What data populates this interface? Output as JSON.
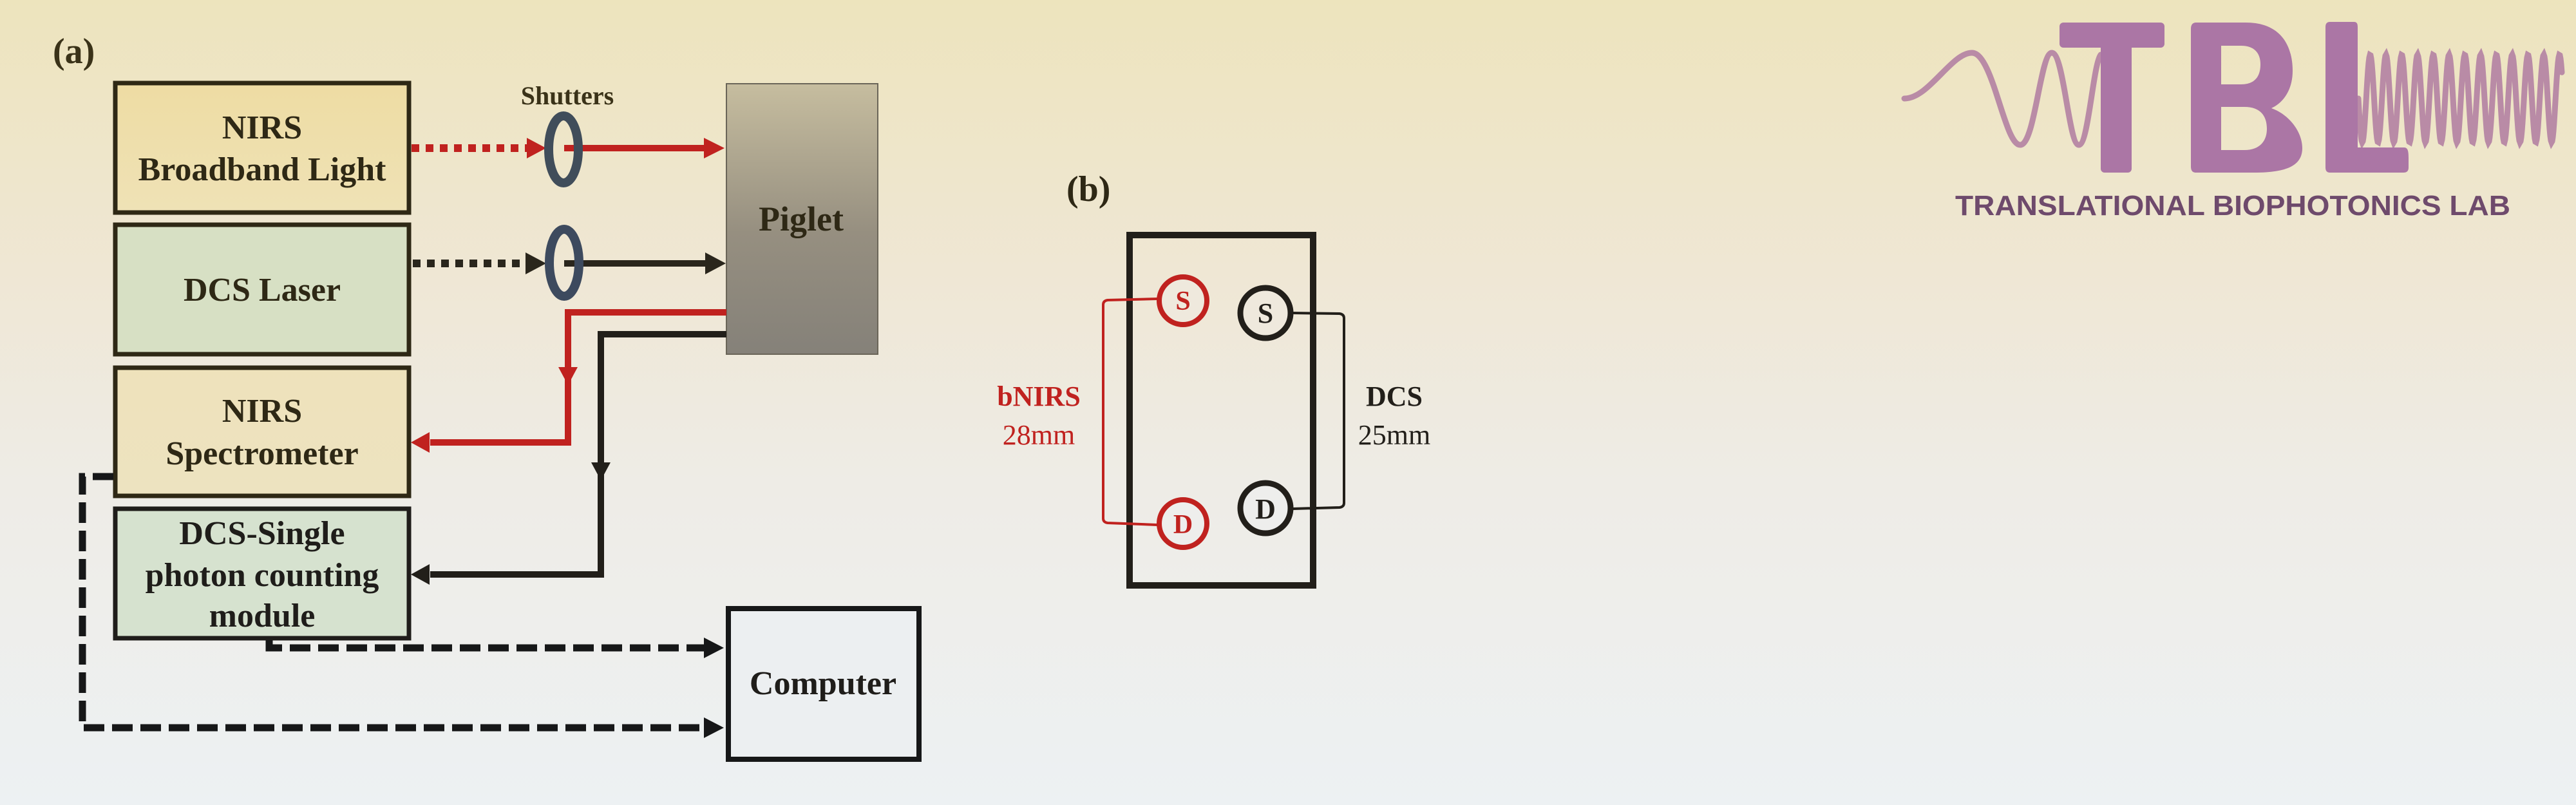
{
  "panel_a": {
    "label": "(a)",
    "shutters_label": "Shutters",
    "boxes": {
      "nirs_light": {
        "lines": [
          "NIRS",
          "Broadband Light"
        ]
      },
      "dcs_laser": {
        "lines": [
          "DCS Laser"
        ]
      },
      "nirs_spectrometer": {
        "lines": [
          "NIRS",
          "Spectrometer"
        ]
      },
      "dcs_spcm": {
        "lines": [
          "DCS-Single",
          "photon counting",
          "module"
        ]
      },
      "piglet": {
        "lines": [
          "Piglet"
        ]
      },
      "computer": {
        "lines": [
          "Computer"
        ]
      }
    },
    "connections": [
      {
        "from": "NIRS Broadband Light",
        "to": "Piglet",
        "via": "Shutter",
        "style": "dotted-then-solid",
        "color": "red"
      },
      {
        "from": "DCS Laser",
        "to": "Piglet",
        "via": "Shutter",
        "style": "dotted-then-solid",
        "color": "black"
      },
      {
        "from": "Piglet",
        "to": "NIRS Spectrometer",
        "style": "solid",
        "color": "red"
      },
      {
        "from": "Piglet",
        "to": "DCS-Single photon counting module",
        "style": "solid",
        "color": "black"
      },
      {
        "from": "DCS-Single photon counting module",
        "to": "Computer",
        "style": "dashed",
        "color": "black"
      },
      {
        "from": "NIRS Spectrometer",
        "to": "Computer",
        "style": "dashed",
        "color": "black"
      }
    ]
  },
  "panel_b": {
    "label": "(b)",
    "probes": {
      "bnirs_source": "S",
      "bnirs_detector": "D",
      "dcs_source": "S",
      "dcs_detector": "D"
    },
    "bnirs_label": "bNIRS",
    "bnirs_distance": "28mm",
    "dcs_label": "DCS",
    "dcs_distance": "25mm"
  },
  "logo": {
    "letters": "TBL",
    "letter_t": "T",
    "letter_b": "B",
    "letter_l": "L",
    "tagline": "TRANSLATIONAL BIOPHOTONICS LAB"
  },
  "colors": {
    "red": "#c0221f",
    "black": "#221f1a",
    "shutter": "#3d4a5a",
    "nirs_box": "#eedfa8",
    "dcs_box": "#d7e0c4",
    "logo_purple": "#ab76a5",
    "logo_wave": "#b98ba6",
    "logo_text": "#6e4a6c"
  }
}
